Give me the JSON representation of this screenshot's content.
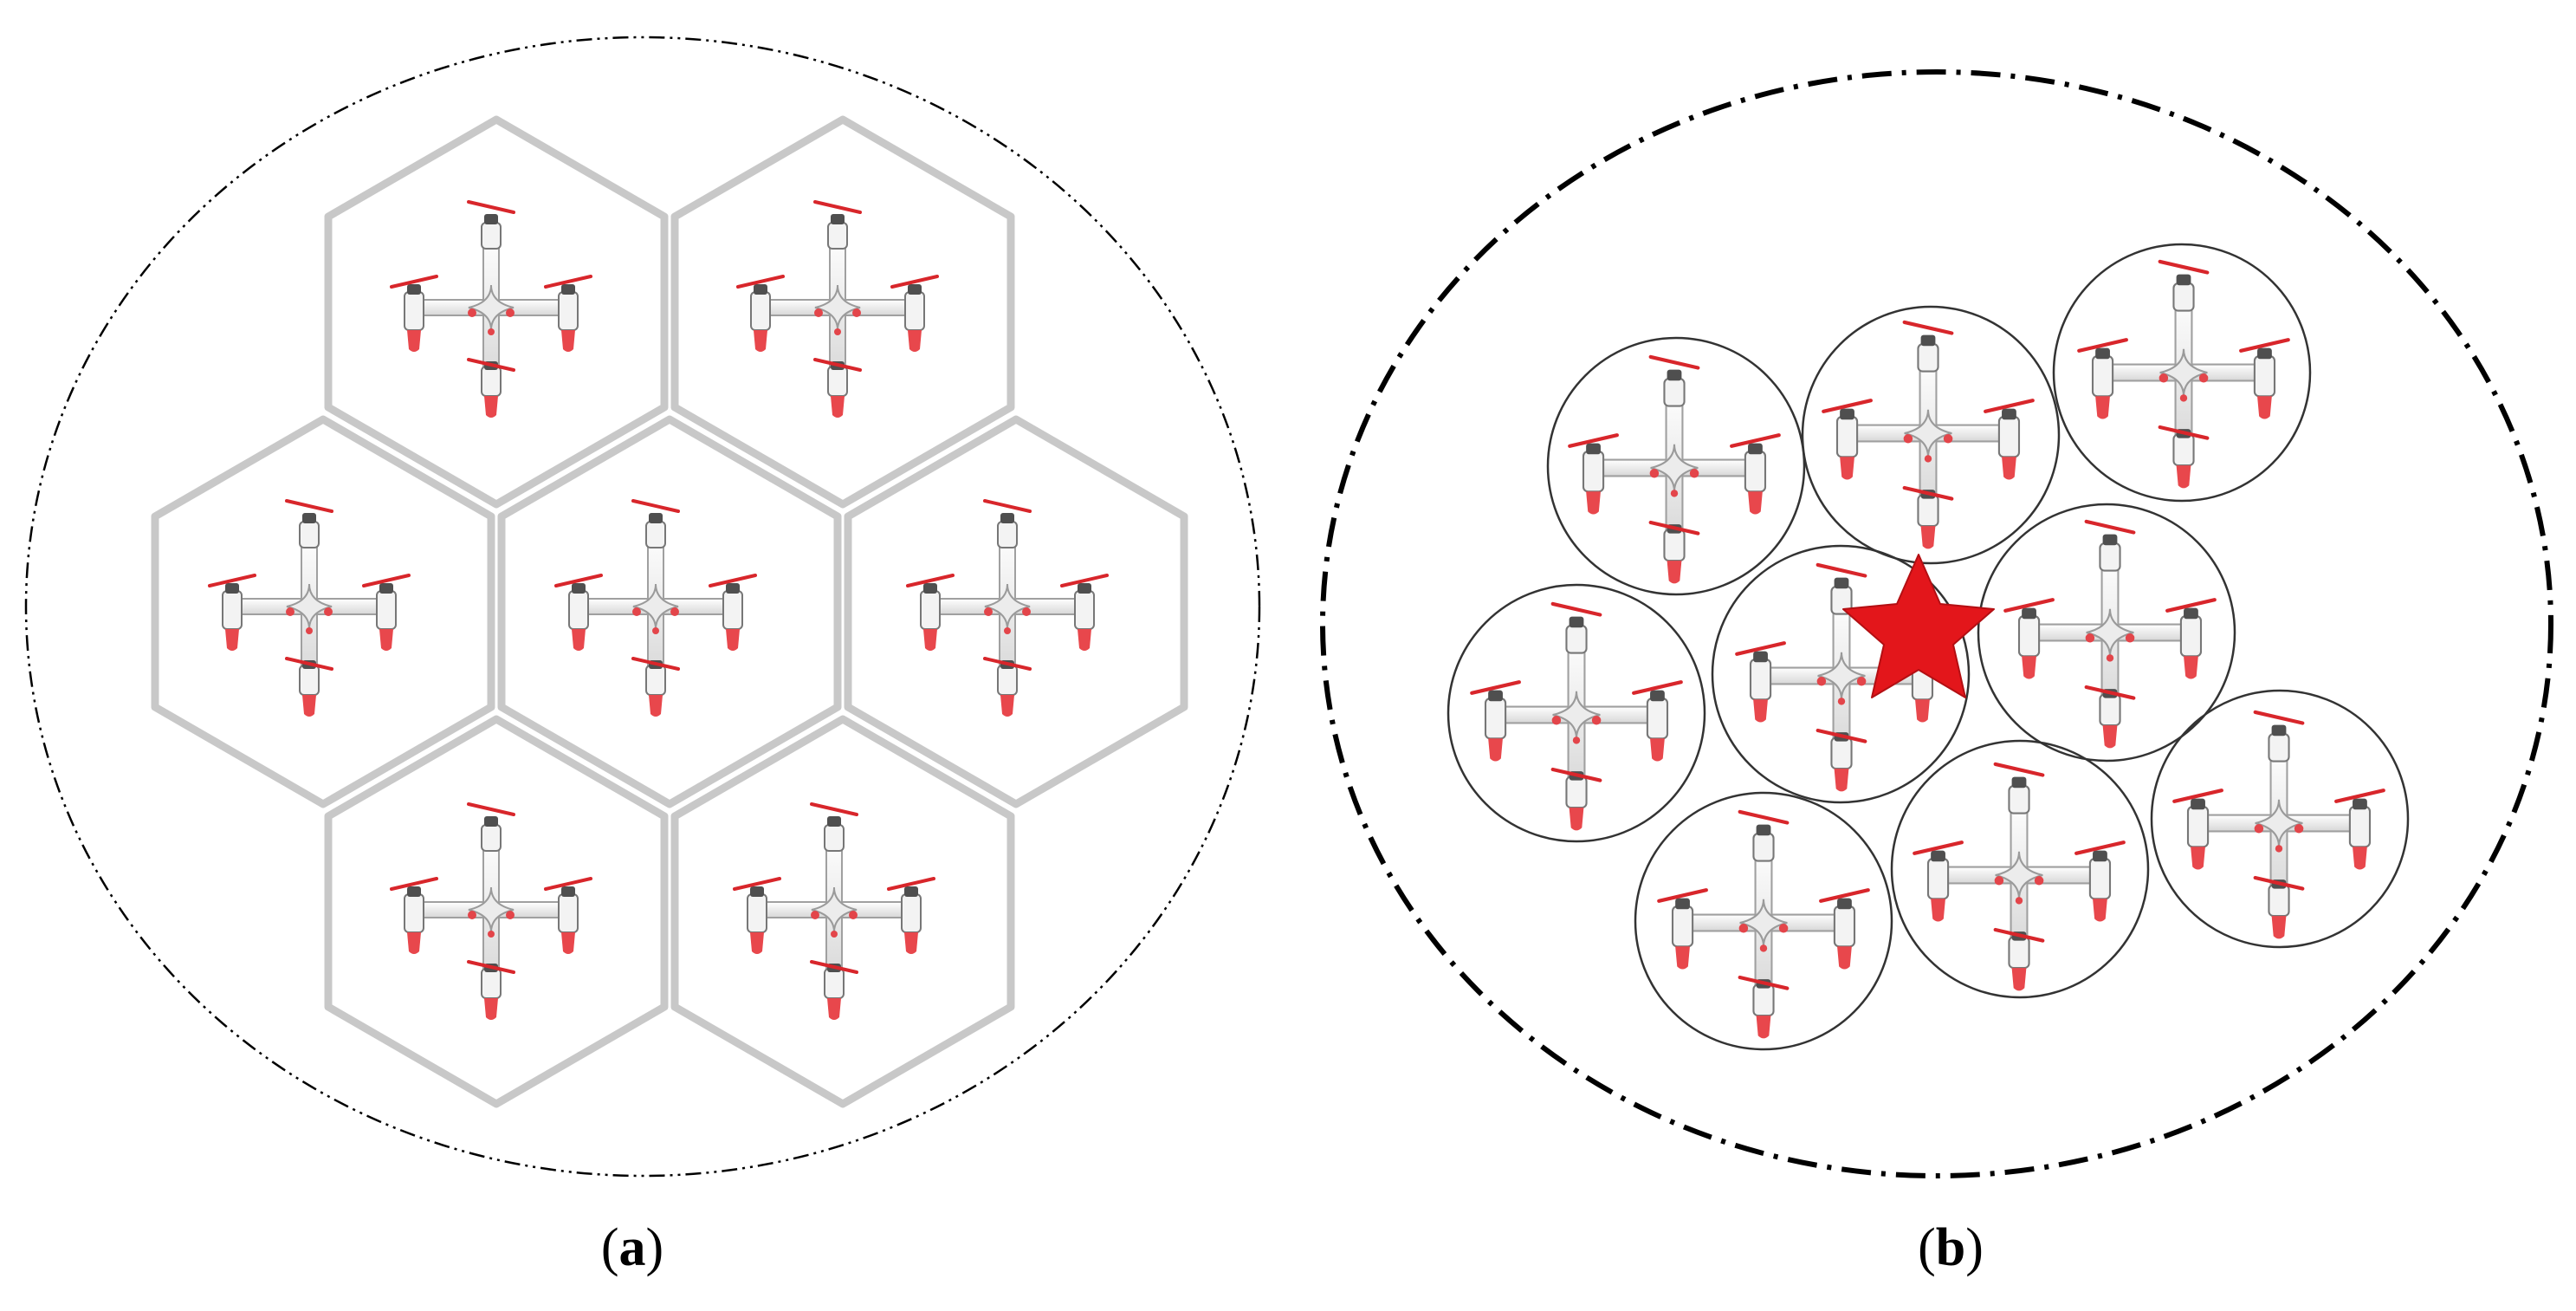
{
  "panels": [
    {
      "id": "a",
      "caption": "a",
      "cell_shape": "hexagon",
      "drone_count": 7
    },
    {
      "id": "b",
      "caption": "b",
      "cell_shape": "circle",
      "drone_count": 9,
      "marker": "star-icon"
    }
  ],
  "colors": {
    "hex_border": "#c8c8c8",
    "circle_border": "#333333",
    "boundary": "#000000",
    "star": "#e3161b",
    "propeller": "#d8262b",
    "motor": "#555555",
    "drone_body": "#f2f2f2",
    "drone_outline": "#9a9a9a"
  }
}
